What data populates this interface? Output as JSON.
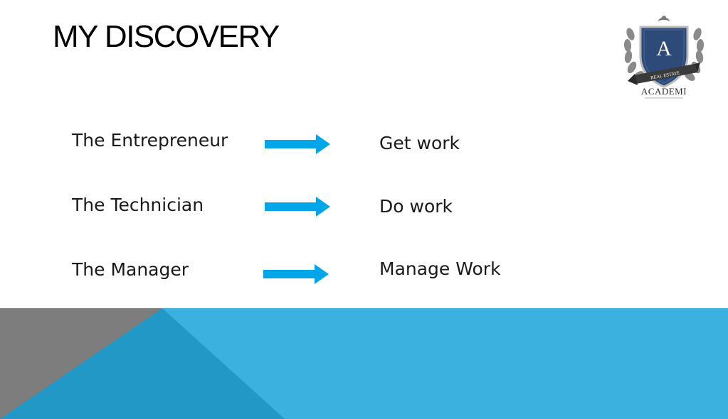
{
  "slide": {
    "title": "MY DISCOVERY",
    "rows": [
      {
        "role": "The Entrepreneur",
        "task": "Get work"
      },
      {
        "role": "The Technician",
        "task": "Do work"
      },
      {
        "role": "The Manager",
        "task": "Manage Work"
      }
    ]
  },
  "logo": {
    "letter": "A",
    "ribbon": "REAL ESTATE",
    "name": "ACADEMI"
  },
  "colors": {
    "arrow": "#00a6e8",
    "footer_main": "#3ab1de",
    "footer_dark": "#2298c6",
    "footer_gray": "#7d7d7d",
    "shield": "#2e4a78"
  }
}
